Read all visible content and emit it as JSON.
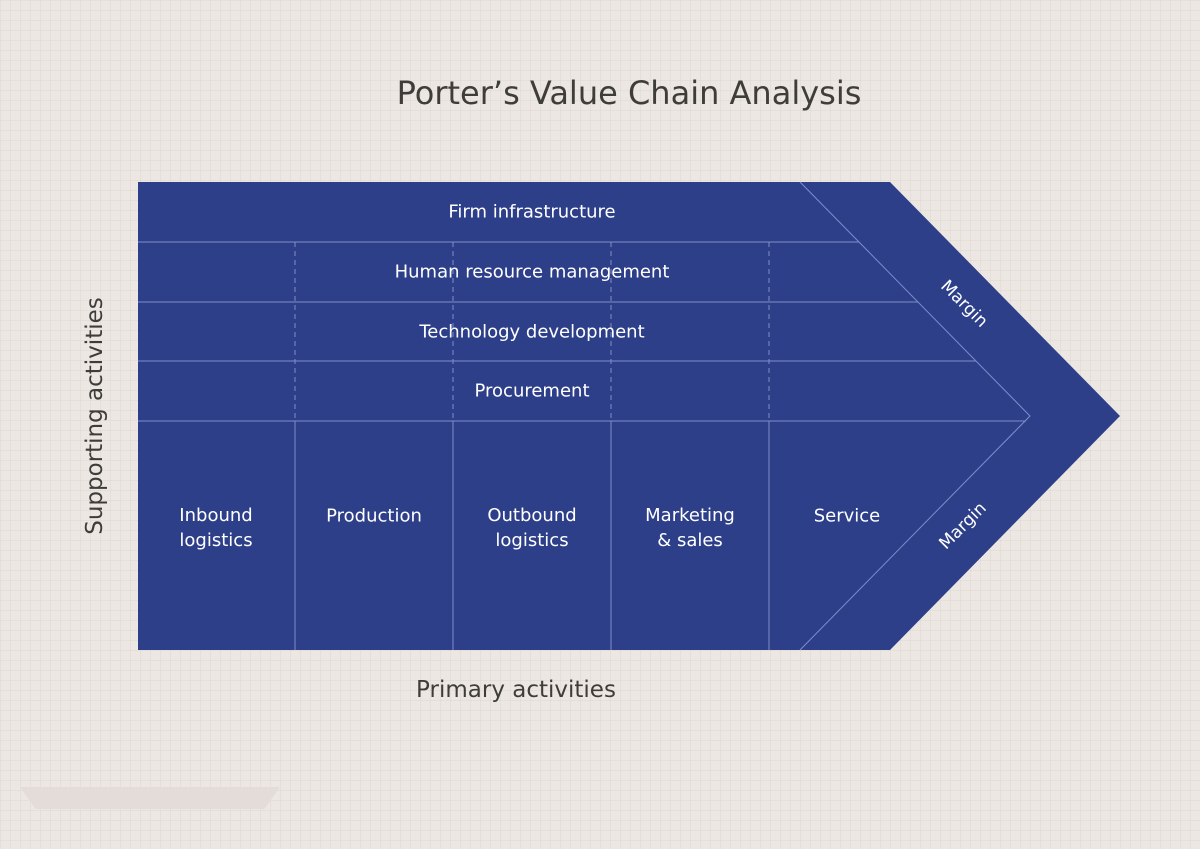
{
  "title": "Porter’s Value Chain Analysis",
  "axis_labels": {
    "supporting": "Supporting activities",
    "primary": "Primary activities"
  },
  "supporting_activities": [
    "Firm infrastructure",
    "Human resource management",
    "Technology development",
    "Procurement"
  ],
  "primary_activities": [
    {
      "line1": "Inbound",
      "line2": "logistics"
    },
    {
      "line1": "Production",
      "line2": ""
    },
    {
      "line1": "Outbound",
      "line2": "logistics"
    },
    {
      "line1": "Marketing",
      "line2": "& sales"
    },
    {
      "line1": "Service",
      "line2": ""
    }
  ],
  "margin_labels": [
    "Margin",
    "Margin"
  ],
  "colors": {
    "shape": "#2e3f8a",
    "background": "#ece7e2",
    "text": "#3f3d3a"
  }
}
